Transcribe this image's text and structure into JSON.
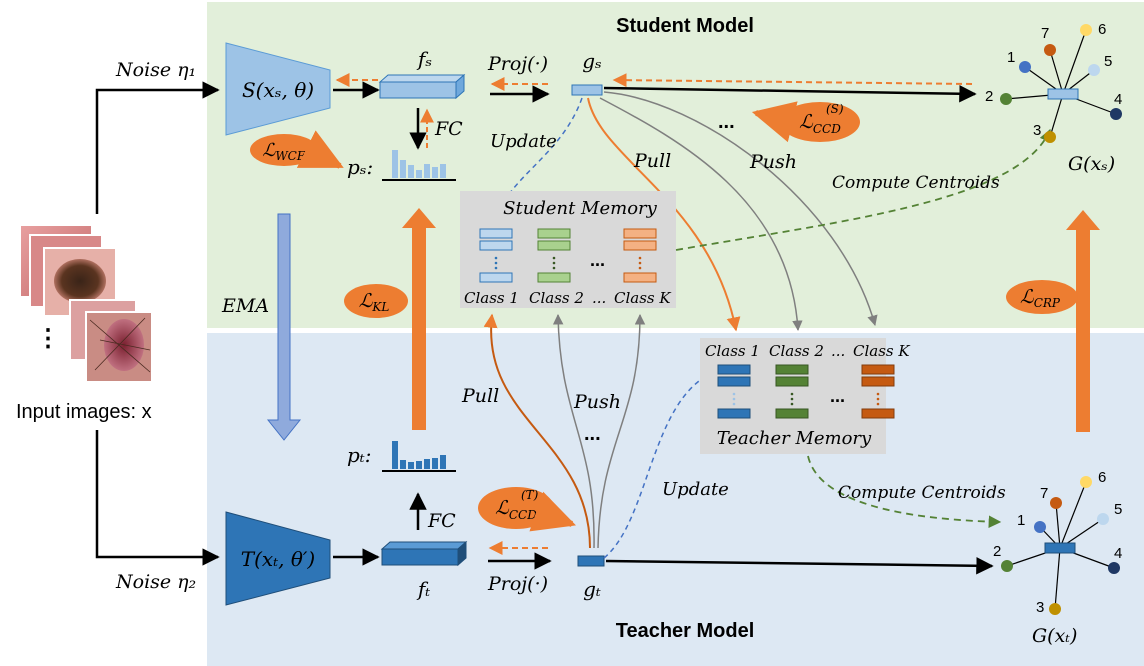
{
  "panels": {
    "student_title": "Student Model",
    "teacher_title": "Teacher Model"
  },
  "input": {
    "label": "Input images: x",
    "noise1": "Noise η₁",
    "noise2": "Noise η₂",
    "dots": "⋮"
  },
  "student": {
    "encoder": "S(xₛ, θ)",
    "feature": "fₛ",
    "proj": "Proj(·)",
    "embedding": "gₛ",
    "fc": "FC",
    "prob": "pₛ:",
    "loss_wce": "ℒ",
    "loss_wce_sub": "WCE",
    "loss_ccd": "ℒ",
    "loss_ccd_sub": "CCD",
    "loss_ccd_sup": "(S)",
    "update": "Update",
    "pull": "Pull",
    "push": "Push",
    "dots": "...",
    "compute_centroids": "Compute Centroids",
    "graph_label": "G(xₛ)"
  },
  "teacher": {
    "encoder": "T(xₜ, θ′)",
    "feature": "fₜ",
    "proj": "Proj(·)",
    "embedding": "gₜ",
    "fc": "FC",
    "prob": "pₜ:",
    "loss_ccd": "ℒ",
    "loss_ccd_sub": "CCD",
    "loss_ccd_sup": "(T)",
    "update": "Update",
    "pull": "Pull",
    "push": "Push",
    "dots": "...",
    "compute_centroids": "Compute Centroids",
    "graph_label": "G(xₜ)"
  },
  "middle": {
    "ema": "EMA",
    "loss_kl": "ℒ",
    "loss_kl_sub": "KL",
    "loss_crp": "ℒ",
    "loss_crp_sub": "CRP"
  },
  "student_memory": {
    "title": "Student Memory",
    "classes": [
      "Class 1",
      "Class 2",
      "...",
      "Class K"
    ],
    "dots": "..."
  },
  "teacher_memory": {
    "title": "Teacher Memory",
    "classes": [
      "Class 1",
      "Class 2",
      "...",
      "Class K"
    ],
    "dots": "..."
  },
  "graph_nodes": {
    "labels": [
      "1",
      "2",
      "3",
      "4",
      "5",
      "6",
      "7"
    ],
    "colors": [
      "#4472c4",
      "#548235",
      "#bf9000",
      "#1f3864",
      "#bdd7ee",
      "#ffd966",
      "#c55a11"
    ]
  },
  "colors": {
    "student_bg": "#e2efda",
    "teacher_bg": "#dde8f3",
    "orange": "#ed7d31",
    "orange_loss": "#ed7d31",
    "blue_ema": "#8faadc",
    "student_block": "#9dc3e6",
    "teacher_block": "#2e75b6",
    "green_dashed": "#548235",
    "gray_arrow": "#7f7f7f",
    "memory_bg": "#d9d9d9"
  }
}
